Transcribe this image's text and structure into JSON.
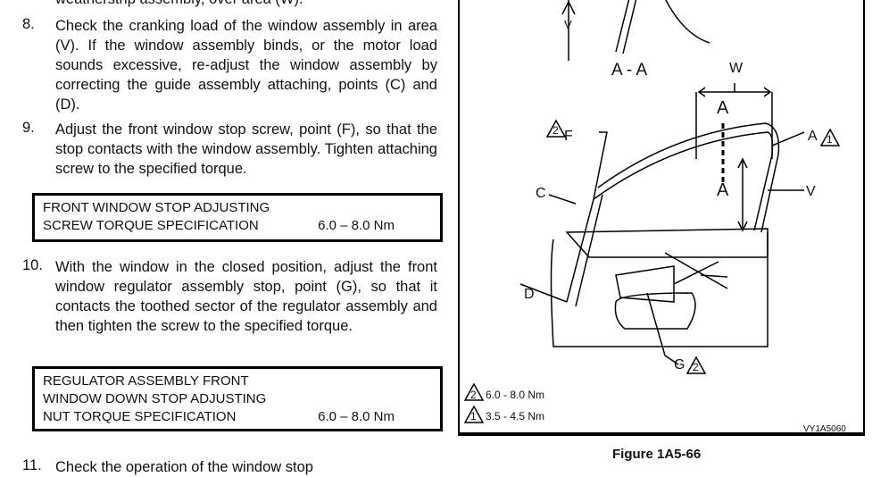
{
  "steps": [
    {
      "text": "weatherstrip assembly, over area (W)."
    },
    {
      "num": "8.",
      "text": "Check the cranking load of the window assembly in area (V). If the window assembly binds, or the motor load sounds excessive, re-adjust the window assembly by correcting the guide assembly attaching, points (C) and (D)."
    },
    {
      "num": "9.",
      "text": "Adjust the front window stop screw, point (F), so that the stop contacts with the window assembly. Tighten attaching screw to the specified torque."
    },
    {
      "num": "10.",
      "text": "With the window in the closed position, adjust the front window regulator assembly stop, point (G), so that it contacts the toothed sector of the regulator assembly and then tighten the screw to the specified torque."
    },
    {
      "num": "11.",
      "text": "Check the operation of the window stop"
    }
  ],
  "specs": [
    {
      "lines": [
        "FRONT WINDOW STOP ADJUSTING",
        "SCREW TORQUE SPECIFICATION"
      ],
      "value": "6.0 – 8.0 Nm"
    },
    {
      "lines": [
        "REGULATOR ASSEMBLY FRONT",
        "WINDOW DOWN STOP ADJUSTING",
        "NUT TORQUE SPECIFICATION"
      ],
      "value": "6.0 – 8.0 Nm"
    }
  ],
  "figure": {
    "section": "A - A",
    "labels": {
      "W": "W",
      "A": "A",
      "V": "V",
      "F": "F",
      "C": "C",
      "D": "D",
      "G": "G"
    },
    "legend": [
      {
        "num": "2",
        "text": "6.0 - 8.0 Nm"
      },
      {
        "num": "1",
        "text": "3.5 - 4.5 Nm"
      }
    ],
    "code": "VY1A5060",
    "caption": "Figure 1A5-66"
  }
}
